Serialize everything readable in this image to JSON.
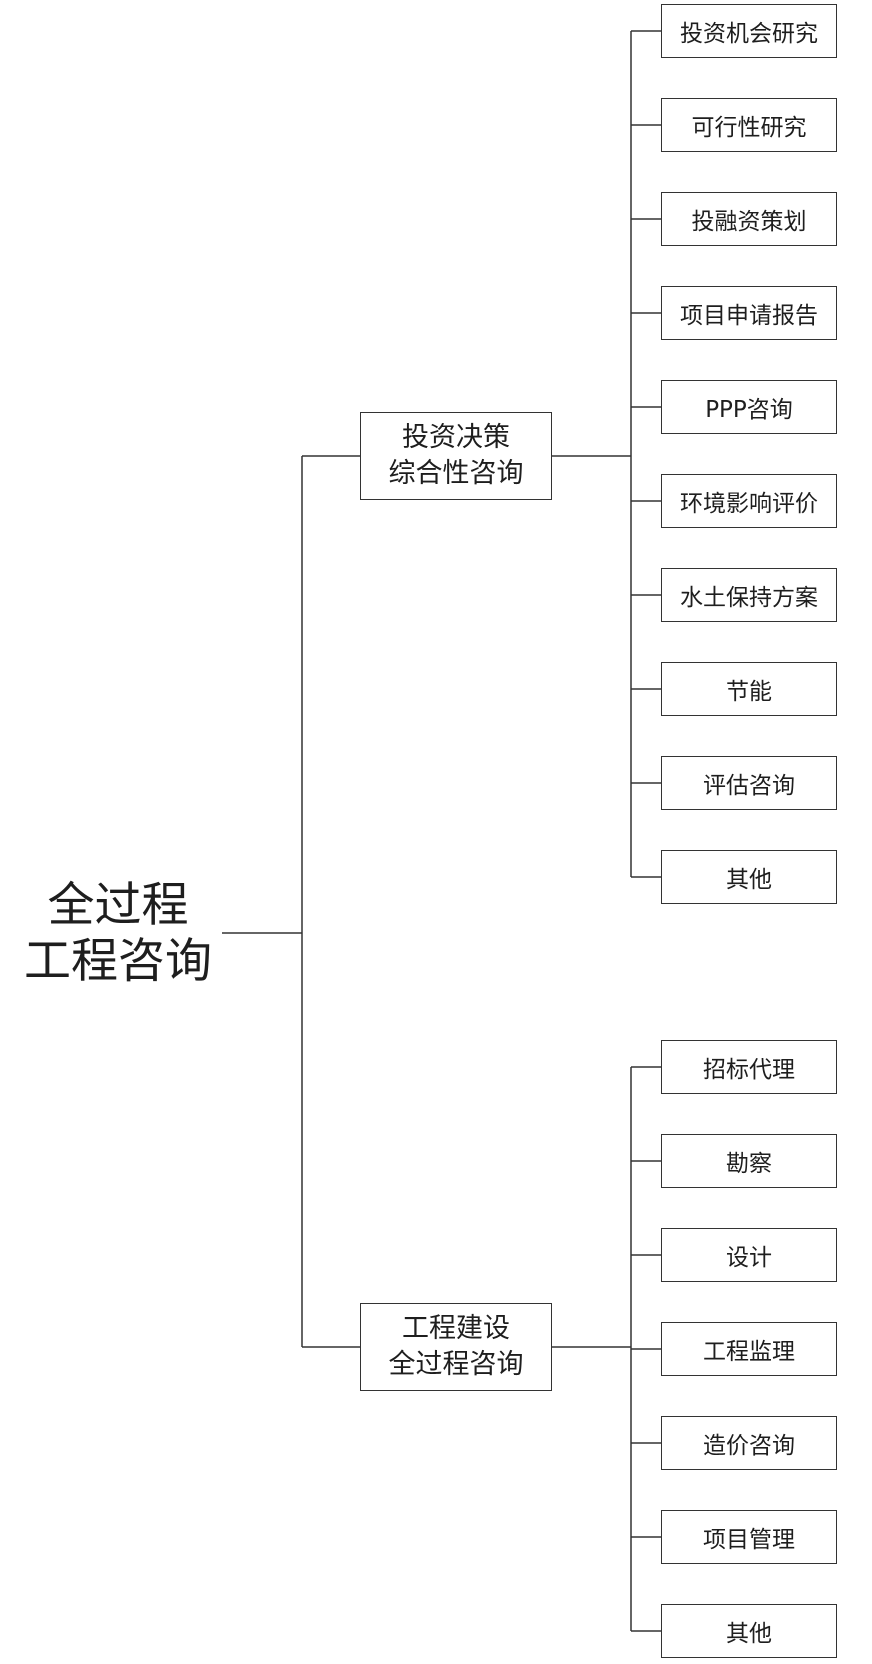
{
  "root": {
    "line1": "全过程",
    "line2": "工程咨询"
  },
  "branches": [
    {
      "line1": "投资决策",
      "line2": "综合性咨询",
      "items": [
        "投资机会研究",
        "可行性研究",
        "投融资策划",
        "项目申请报告",
        "PPP咨询",
        "环境影响评价",
        "水土保持方案",
        "节能",
        "评估咨询",
        "其他"
      ]
    },
    {
      "line1": "工程建设",
      "line2": "全过程咨询",
      "items": [
        "招标代理",
        "勘察",
        "设计",
        "工程监理",
        "造价咨询",
        "项目管理",
        "其他"
      ]
    }
  ]
}
